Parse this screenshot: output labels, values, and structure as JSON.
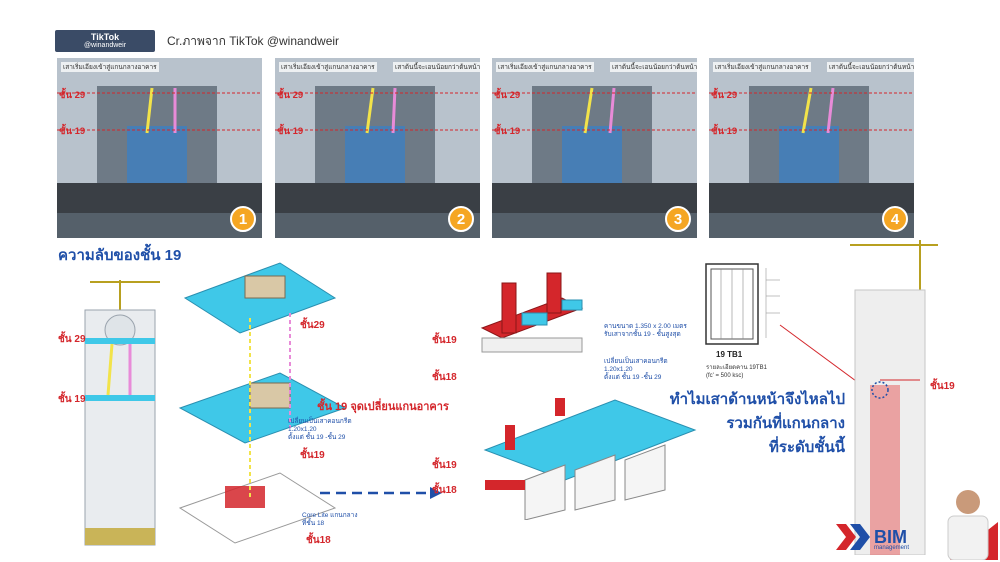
{
  "header": {
    "logo_name": "TikTok",
    "logo_handle": "@winandweir",
    "credit": "Cr.ภาพจาก TikTok @winandweir"
  },
  "frames": [
    {
      "number": "1",
      "caption_left": "เสาเริ่มเอียงเข้าสู่แกนกลางอาคาร",
      "caption_right": "",
      "floor_top": "ชั้น 29",
      "floor_mid": "ชั้น 19"
    },
    {
      "number": "2",
      "caption_left": "เสาเริ่มเอียงเข้าสู่แกนกลางอาคาร",
      "caption_right": "เสาต้นนี้จะเอนน้อยกว่าต้นหน้า",
      "floor_top": "ชั้น 29",
      "floor_mid": "ชั้น 19"
    },
    {
      "number": "3",
      "caption_left": "เสาเริ่มเอียงเข้าสู่แกนกลางอาคาร",
      "caption_right": "เสาต้นนี้จะเอนน้อยกว่าต้นหน้า",
      "floor_top": "ชั้น 29",
      "floor_mid": "ชั้น 19"
    },
    {
      "number": "4",
      "caption_left": "เสาเริ่มเอียงเข้าสู่แกนกลางอาคาร",
      "caption_right": "เสาต้นนี้จะเอนน้อยกว่าต้นหน้า",
      "floor_top": "ชั้น 29",
      "floor_mid": "ชั้น 19"
    }
  ],
  "diagram": {
    "section_title": "ความลับของชั้น 19",
    "left_building": {
      "floor_29": "ชั้น 29",
      "floor_19": "ชั้น 19"
    },
    "exploded": {
      "floor_29": "ชั้น29",
      "transfer_title": "ชั้น 19 จุดเปลี่ยนแกนอาคาร",
      "transfer_note": "เปลี่ยนเป็นเสาคอนกรีต\n1.20x1.20\nตั้งแต่ ชั้น 19 -ชั้น 29",
      "floor_19": "ชั้น19",
      "core_note": "Core Lite แกนกลาง\nที่ชั้น 18",
      "floor_18": "ชั้น18"
    },
    "detail": {
      "floor_19_top": "ชั้น19",
      "floor_18_top": "ชั้น18",
      "beam_note": "คานขนาด 1.350 x 2.00 เมตร\nรับเสาจากชั้น 19 - ชั้นสูงสุด",
      "column_note": "เปลี่ยนเป็นเสาคอนกรีต\n1.20x1.20\nตั้งแต่ ชั้น 19 -ชั้น 29",
      "floor_19_bottom": "ชั้น19",
      "floor_18_bottom": "ชั้น18"
    },
    "section_detail": {
      "title": "19 TB1",
      "subtitle": "รายละเอียดคาน 19TB1",
      "spec": "(fc' = 500 ksc)"
    },
    "why_text": [
      "ทำไมเสาด้านหน้าจึงไหลไป",
      "รวมกันที่แกนกลาง",
      "ที่ระดับชั้นนี้"
    ],
    "right_building": {
      "floor_19": "ชั้น19"
    }
  },
  "branding": {
    "logo": "BIM",
    "logo_sub": "management"
  },
  "colors": {
    "accent_blue": "#1f4fa8",
    "accent_red": "#d4262b",
    "slab_cyan": "#3fc8e8",
    "badge_orange": "#f5a623",
    "column_yellow": "#f2e34a",
    "column_pink": "#e88bd8"
  }
}
